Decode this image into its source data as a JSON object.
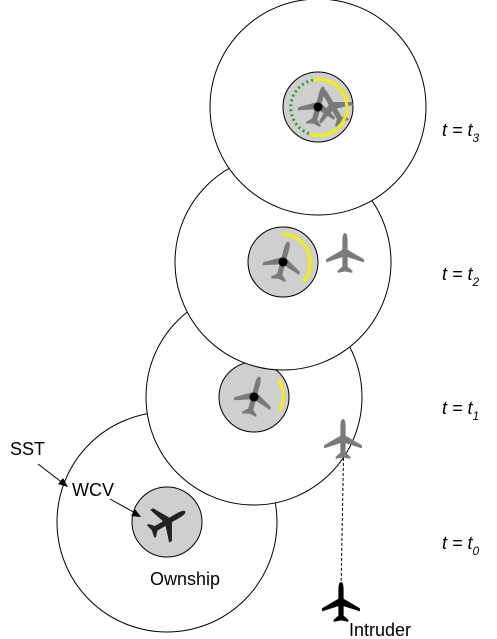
{
  "labels": {
    "sst": "SST",
    "wcv": "WCV",
    "ownship": "Ownship",
    "intruder": "Intruder"
  },
  "time_labels": [
    {
      "prefix": "t = t",
      "sub": "3"
    },
    {
      "prefix": "t = t",
      "sub": "2"
    },
    {
      "prefix": "t = t",
      "sub": "1"
    },
    {
      "prefix": "t = t",
      "sub": "0"
    }
  ],
  "colors": {
    "wcv_fill": "#cfcfcf",
    "ownship_aircraft": "#222222",
    "predicted_aircraft": "#7a7a7a",
    "intruder_aircraft": "#000000",
    "heading_arc": "#f2f200",
    "clear_arc": "#2aa02a"
  },
  "icons": {
    "aircraft": "airplane-icon"
  }
}
